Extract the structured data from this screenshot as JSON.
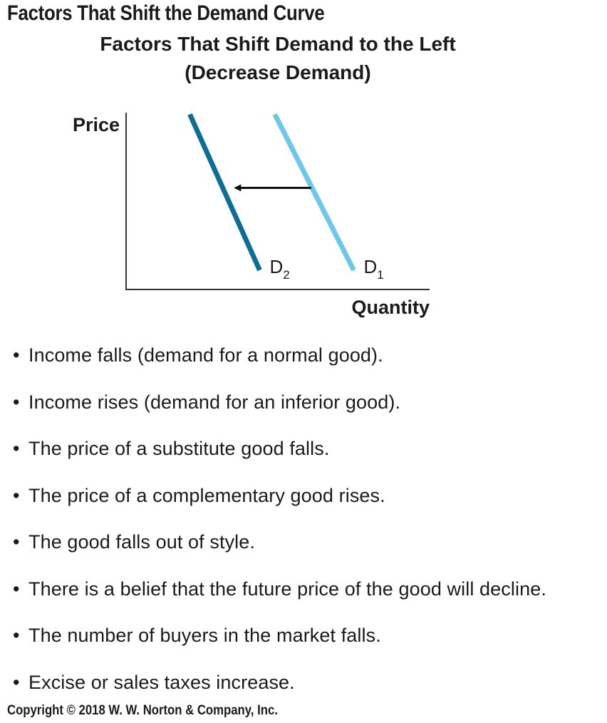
{
  "page_title": "Factors That Shift the Demand Curve",
  "copyright": "Copyright © 2018 W. W. Norton & Company, Inc.",
  "bullet_symbol": "•",
  "bullets": [
    "Income falls (demand for a normal good).",
    "Income rises (demand for an inferior good).",
    "The price of a substitute good falls.",
    "The price of a complementary good rises.",
    "The good falls out of style.",
    "There is a belief that the future price of the good will decline.",
    "The number of buyers in the market falls.",
    "Excise or sales taxes increase."
  ],
  "chart_data": {
    "type": "line",
    "title_line1": "Factors That Shift Demand to the Left",
    "title_line2": "(Decrease Demand)",
    "xlabel": "Quantity",
    "ylabel": "Price",
    "grid": false,
    "colors": {
      "D1": "#6cc8ea",
      "D2": "#0b6e99",
      "axis": "#333333",
      "arrow": "#111111"
    },
    "series": [
      {
        "name": "D",
        "sub": "1",
        "key": "D1",
        "points": [
          [
            4.9,
            10
          ],
          [
            7.5,
            1.1
          ]
        ]
      },
      {
        "name": "D",
        "sub": "2",
        "key": "D2",
        "points": [
          [
            2.1,
            10
          ],
          [
            4.4,
            1.1
          ]
        ]
      }
    ],
    "shift_arrow": {
      "from": [
        6.1,
        5.8
      ],
      "to": [
        3.6,
        5.8
      ],
      "direction": "left"
    },
    "xlim": [
      0,
      10
    ],
    "ylim": [
      0,
      10.5
    ]
  }
}
